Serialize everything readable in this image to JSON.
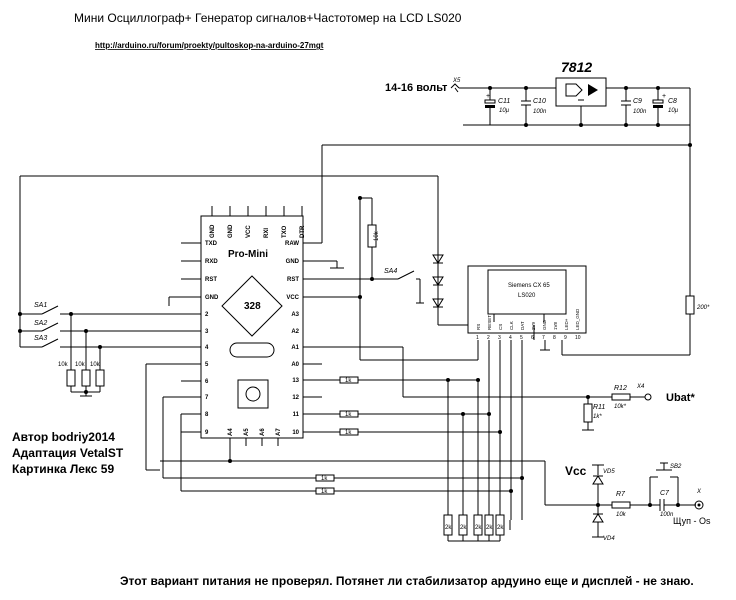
{
  "header": {
    "title": "Мини Осциллограф+ Генератор сигналов+Частотомер на LCD LS020",
    "url": "http://arduino.ru/forum/proekty/pultoskop-na-arduino-27mgt"
  },
  "power": {
    "input_label": "14-16 вольт",
    "x5": "X5",
    "regulator": "7812",
    "c11": "C11",
    "c11_val": "10µ",
    "c10": "C10",
    "c10_val": "100n",
    "c9": "C9",
    "c9_val": "100n",
    "c8": "C8",
    "c8_val": "10µ",
    "r_200": "200*"
  },
  "arduino": {
    "name": "Pro-Mini",
    "chip": "328",
    "top_pins": [
      "GND",
      "GND",
      "VCC",
      "RXI",
      "TXO",
      "DTR"
    ],
    "left_pins": [
      "TXD",
      "RXD",
      "RST",
      "GND",
      "2",
      "3",
      "4",
      "5",
      "6",
      "7",
      "8",
      "9"
    ],
    "right_pins": [
      "RAW",
      "GND",
      "RST",
      "VCC",
      "A3",
      "A2",
      "A1",
      "A0",
      "13",
      "12",
      "11",
      "10"
    ],
    "bottom_pins": [
      "A4",
      "A5",
      "A6",
      "A7"
    ]
  },
  "switches": {
    "sa1": "SA1",
    "sa2": "SA2",
    "sa3": "SA3",
    "sa4": "SA4",
    "sb2": "SB2"
  },
  "resistors": {
    "pullup": "10k",
    "pulldown": "10k",
    "link": "1k",
    "r12": "R12",
    "r12_val": "10k*",
    "r11": "R11",
    "r11_val": "1k*",
    "r7": "R7",
    "r7_val": "10k",
    "divider": "2k"
  },
  "lcd": {
    "model": "Siemens CX 65",
    "name": "LS020",
    "pins": [
      "RS",
      "RESET",
      "CS",
      "CLK",
      "DAT",
      "2V9",
      "GND",
      "1V8",
      "LED+",
      "LED_GND"
    ],
    "nums": [
      "1",
      "2",
      "3",
      "4",
      "5",
      "6",
      "7",
      "8",
      "9",
      "10"
    ]
  },
  "ubat": {
    "x4": "X4",
    "label": "Ubat*"
  },
  "probe": {
    "vcc": "Vcc",
    "vd5": "VD5",
    "vd4": "VD4",
    "c7": "C7",
    "c7_val": "100n",
    "x": "X",
    "label": "Щуп - Os"
  },
  "credits": [
    "Автор bodriy2014",
    "Адаптация VetalST",
    "Картинка Лекс 59"
  ],
  "footer": "Этот вариант питания не проверял. Потянет ли стабилизатор ардуино еще и дисплей - не знаю."
}
